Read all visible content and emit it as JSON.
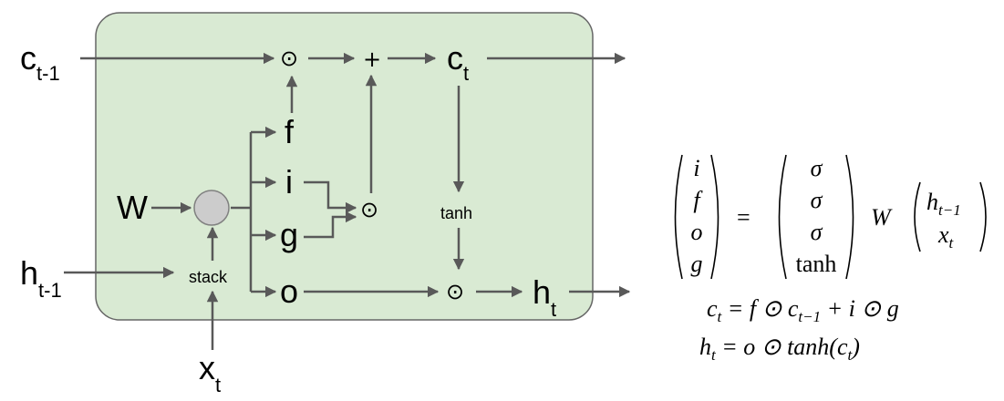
{
  "colors": {
    "cell_fill": "#d9ead3",
    "cell_border": "#666666",
    "arrow": "#595959",
    "node_fill": "#cccccc"
  },
  "inputs": {
    "c_prev": {
      "base": "c",
      "sub": "t-1"
    },
    "h_prev": {
      "base": "h",
      "sub": "t-1"
    },
    "x": {
      "base": "x",
      "sub": "t"
    },
    "weight": "W"
  },
  "nodes": {
    "stack": "stack",
    "tanh": "tanh",
    "odot": "⊙",
    "plus": "+"
  },
  "gates": {
    "f": "f",
    "i": "i",
    "g": "g",
    "o": "o"
  },
  "outputs": {
    "c": {
      "base": "c",
      "sub": "t"
    },
    "h": {
      "base": "h",
      "sub": "t"
    }
  },
  "equations": {
    "gate_vector": [
      "i",
      "f",
      "o",
      "g"
    ],
    "equals": "=",
    "activations": [
      "σ",
      "σ",
      "σ",
      "tanh"
    ],
    "weight": "W",
    "input_vector": [
      {
        "base": "h",
        "sub": "t−1"
      },
      {
        "base": "x",
        "sub": "t"
      }
    ],
    "cell_update": {
      "lhs": "c",
      "lhs_sub": "t",
      "eq": " = ",
      "f": "f",
      "odot": " ⊙ ",
      "c": "c",
      "c_sub": "t−1",
      "plus": " + ",
      "i": "i",
      "odot2": " ⊙ ",
      "g": "g"
    },
    "hidden_update": {
      "lhs": "h",
      "lhs_sub": "t",
      "eq": " = ",
      "o": "o",
      "odot": " ⊙ ",
      "tanh": "tanh(",
      "c": "c",
      "c_sub": "t",
      "close": ")"
    }
  }
}
